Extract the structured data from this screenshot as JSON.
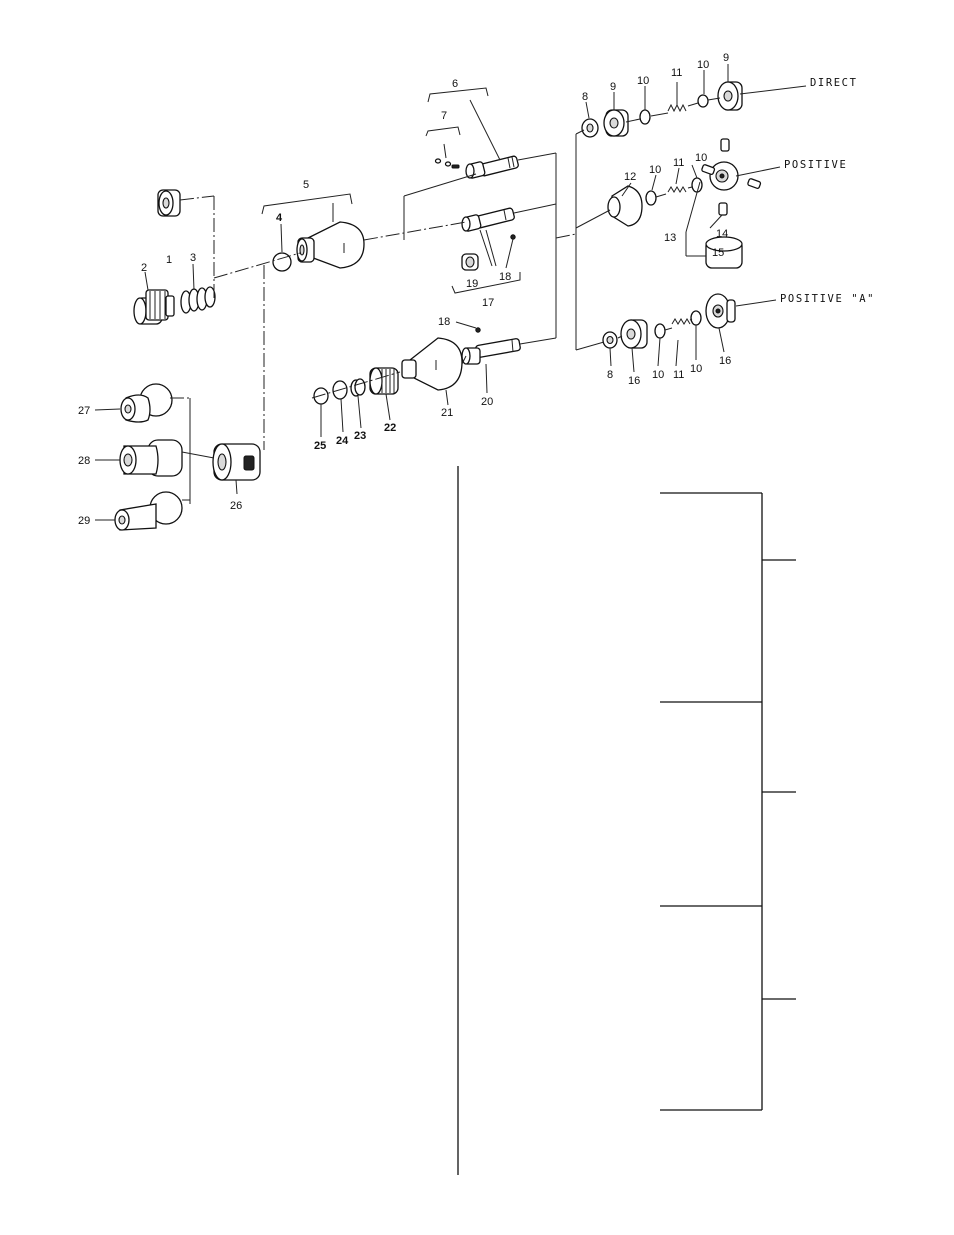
{
  "diagram": {
    "callouts": {
      "c1": "1",
      "c2": "2",
      "c3": "3",
      "c4": "4",
      "c5": "5",
      "c6": "6",
      "c7": "7",
      "c8a": "8",
      "c8b": "8",
      "c9a": "9",
      "c9b": "9",
      "c10a": "10",
      "c10b": "10",
      "c10c": "10",
      "c10d": "10",
      "c10e": "10",
      "c10f": "10",
      "c11a": "11",
      "c11b": "11",
      "c11c": "11",
      "c12": "12",
      "c13": "13",
      "c14": "14",
      "c15": "15",
      "c16a": "16",
      "c16b": "16",
      "c17": "17",
      "c18a": "18",
      "c18b": "18",
      "c19": "19",
      "c20": "20",
      "c21": "21",
      "c22": "22",
      "c23": "23",
      "c24": "24",
      "c25": "25",
      "c26": "26",
      "c27": "27",
      "c28": "28",
      "c29": "29"
    },
    "clutch_labels": {
      "direct": "DIRECT",
      "positive": "POSITIVE",
      "positive_a": "POSITIVE \"A\""
    }
  }
}
